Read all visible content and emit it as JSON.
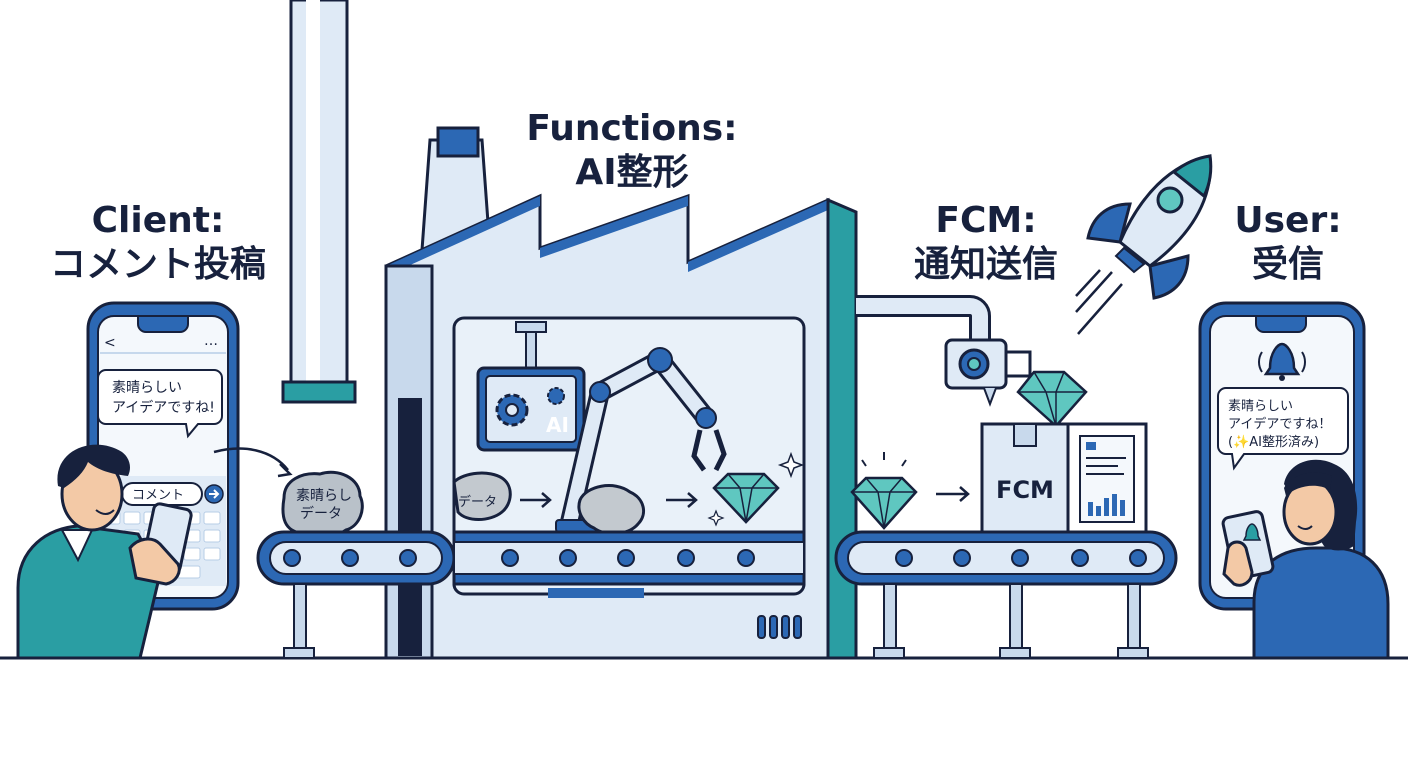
{
  "stages": {
    "client": {
      "title": "Client:",
      "subtitle": "コメント投稿"
    },
    "functions": {
      "title": "Functions:",
      "subtitle": "AI整形"
    },
    "fcm": {
      "title": "FCM:",
      "subtitle": "通知送信"
    },
    "user": {
      "title": "User:",
      "subtitle": "受信"
    }
  },
  "client_phone": {
    "bubble_line1": "素晴らしい",
    "bubble_line2": "アイデアですね!",
    "input_text": "コメント",
    "back_glyph": "<",
    "menu_glyph": "…"
  },
  "raw_rock": {
    "line1": "素晴らし",
    "line2": "データ"
  },
  "factory": {
    "panel_label": "AI",
    "input_rock_label": "データ"
  },
  "fcm_box": {
    "label": "FCM"
  },
  "user_phone": {
    "line1": "素晴らしい",
    "line2": "アイデアですね！",
    "line3": "(✨AI整形済み)"
  },
  "colors": {
    "navy": "#17213d",
    "blue": "#2c68b4",
    "teal": "#2a9ea3",
    "light": "#dfeaf6",
    "mid": "#b7cde6"
  }
}
